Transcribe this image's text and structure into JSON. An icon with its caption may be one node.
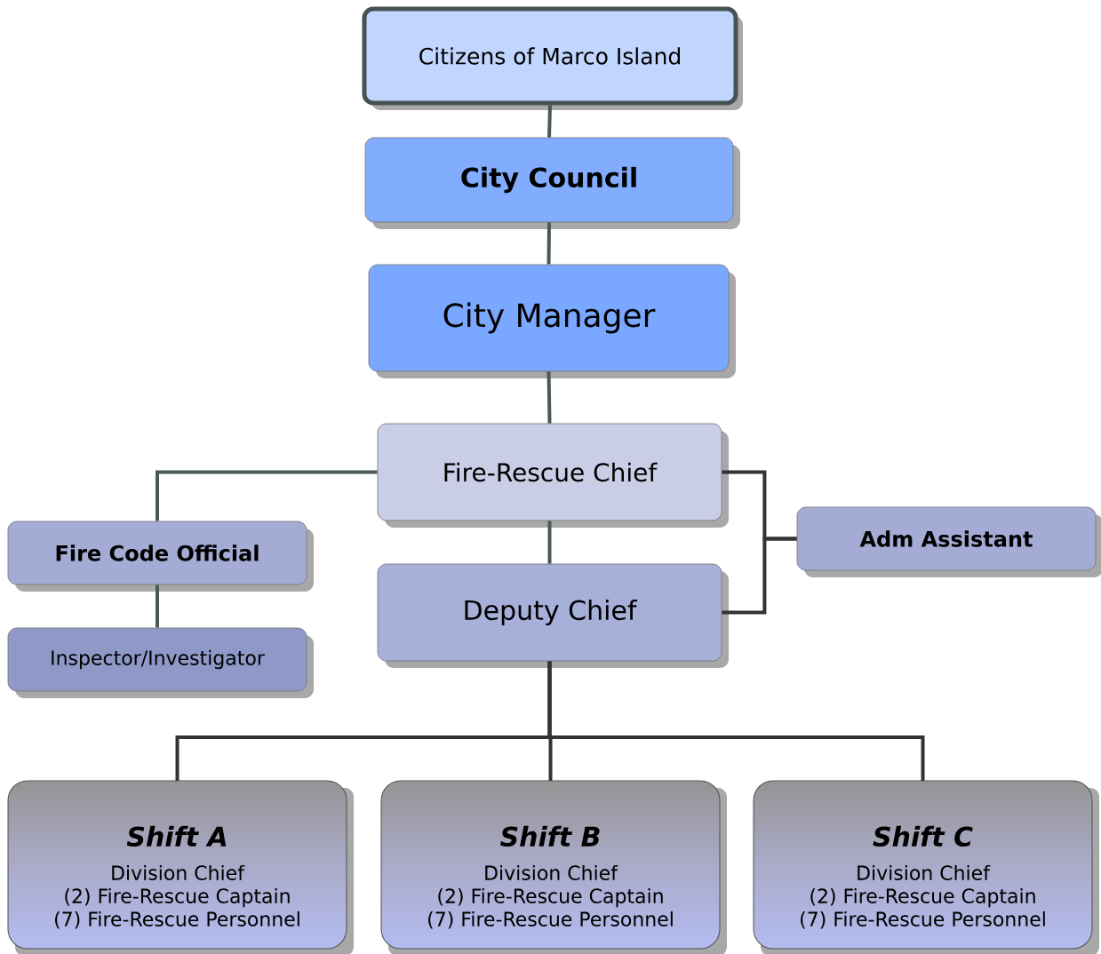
{
  "diagram": {
    "nodes": [
      {
        "text": [
          "Citizens of Marco Island"
        ]
      },
      {
        "text": [
          "City Council"
        ]
      },
      {
        "text": [
          "City Manager"
        ]
      },
      {
        "text": [
          "Fire-Rescue Chief"
        ]
      },
      {
        "text": [
          "Fire Code Official"
        ]
      },
      {
        "text": [
          "Inspector/Investigator"
        ]
      },
      {
        "text": [
          "Adm Assistant"
        ]
      },
      {
        "text": [
          "Deputy Chief"
        ]
      },
      {
        "text": [
          "Shift A",
          "Division Chief",
          "(2) Fire-Rescue Captain",
          "(7) Fire-Rescue Personnel"
        ]
      },
      {
        "text": [
          "Shift B",
          "Division Chief",
          "(2) Fire-Rescue Captain",
          "(7) Fire-Rescue Personnel"
        ]
      },
      {
        "text": [
          "Shift C",
          "Division Chief",
          "(2) Fire-Rescue Captain",
          "(7) Fire-Rescue Personnel"
        ]
      }
    ],
    "edges": [
      {
        "from": 0,
        "to": 1,
        "arrow": "none"
      },
      {
        "from": 1,
        "to": 2,
        "arrow": "none"
      },
      {
        "from": 2,
        "to": 3,
        "arrow": "none"
      },
      {
        "from": 3,
        "to": 4,
        "arrow": "none"
      },
      {
        "from": 4,
        "to": 5,
        "arrow": "none"
      },
      {
        "from": 3,
        "to": 7,
        "arrow": "none"
      },
      {
        "from": 3,
        "to": 6,
        "arrow": "none",
        "color": "#333333"
      },
      {
        "from": 7,
        "to": 6,
        "arrow": "none",
        "color": "#333333"
      },
      {
        "from": 7,
        "to": 8,
        "arrow": "none",
        "color": "#333333"
      },
      {
        "from": 7,
        "to": 9,
        "arrow": "none",
        "color": "#333333"
      },
      {
        "from": 7,
        "to": 10,
        "arrow": "none",
        "color": "#333333"
      }
    ]
  }
}
